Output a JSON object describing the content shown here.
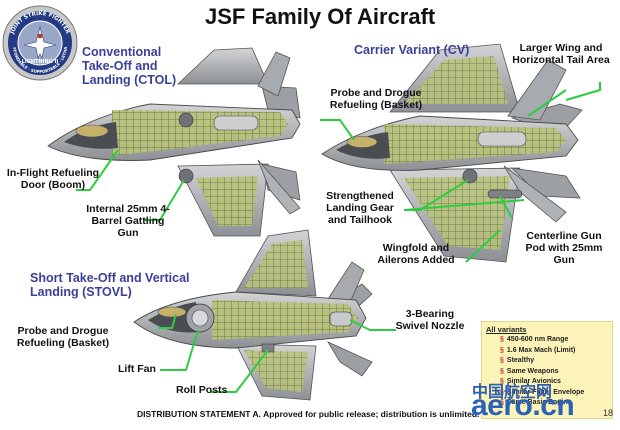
{
  "title": "JSF Family Of Aircraft",
  "emblem": {
    "text_top": "JOINT STRIKE FIGHTER",
    "text_bottom": "AFFORDABLE · SUPPORTABLE · LETHAL",
    "center": "LIGHTNING II",
    "colors": {
      "ring": "#243b84",
      "outer": "#c8c8c8",
      "star": "#c0392b"
    }
  },
  "variants": {
    "ctol": {
      "name": "Conventional Take-Off and Landing (CTOL)"
    },
    "cv": {
      "name": "Carrier Variant (CV)"
    },
    "stovl": {
      "name": "Short Take-Off and Vertical Landing (STOVL)"
    }
  },
  "callouts": {
    "in_flight_refueling_door": "In-Flight Refueling Door (Boom)",
    "internal_gun": "Internal 25mm 4-Barrel Gattling Gun",
    "cv_probe_drogue": "Probe and Drogue Refueling (Basket)",
    "larger_wing": "Larger Wing and Horizontal Tail Area",
    "strengthened_gear": "Strengthened Landing Gear and Tailhook",
    "wingfold": "Wingfold and Ailerons Added",
    "centerline_gun_pod": "Centerline Gun Pod with 25mm Gun",
    "stovl_probe_drogue": "Probe and Drogue Refueling (Basket)",
    "lift_fan": "Lift Fan",
    "roll_posts": "Roll Posts",
    "swivel_nozzle": "3-Bearing Swivel Nozzle"
  },
  "notes": {
    "title": "All variants",
    "items": [
      "450-600 nm Range",
      "1.6 Max Mach (Limit)",
      "Stealthy",
      "Same Weapons",
      "Similar Avionics",
      "Similar Flight Envelope",
      "Same Basic Engine"
    ]
  },
  "distribution": "DISTRIBUTION STATEMENT A.  Approved for public release; distribution is unlimited.",
  "page_number": "18",
  "watermark": {
    "chinese": "中国航空网",
    "latin": "aero.cn"
  },
  "colors": {
    "callout_line": "#2ecc40",
    "variant_label": "#3a3f9a",
    "skin": "#a9abae",
    "structure": "#6f8a3a"
  }
}
